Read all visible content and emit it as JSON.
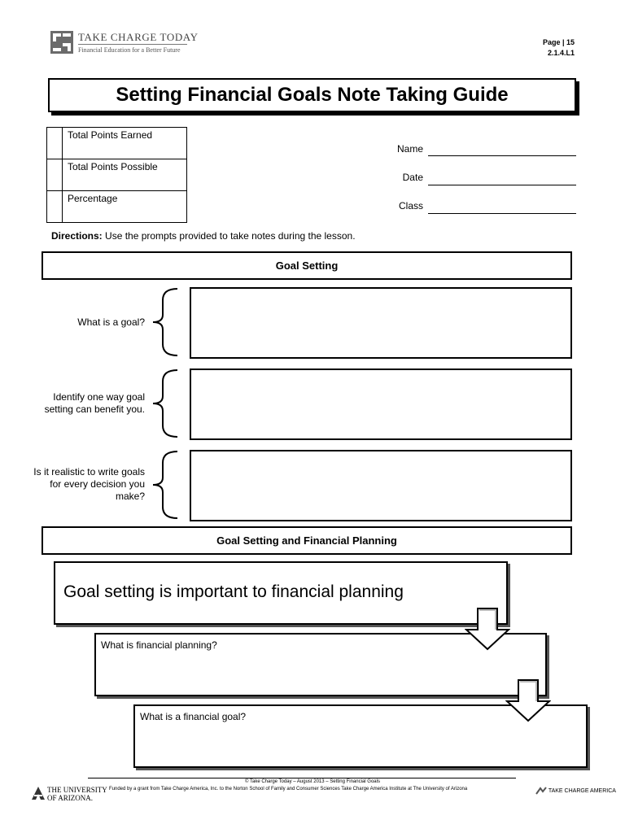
{
  "header": {
    "brand_name": "TAKE CHARGE TODAY",
    "brand_tagline": "Financial Education for a Better Future",
    "page_label": "Page | 15",
    "doc_code": "2.1.4.L1"
  },
  "title": "Setting Financial Goals Note Taking Guide",
  "points_table": {
    "rows": [
      "Total Points Earned",
      "Total Points Possible",
      "Percentage"
    ]
  },
  "fields": {
    "name_label": "Name",
    "date_label": "Date",
    "class_label": "Class"
  },
  "directions": {
    "label": "Directions:",
    "text": " Use the prompts provided to take notes during the lesson."
  },
  "section1": {
    "title": "Goal Setting",
    "prompts": [
      "What is a goal?",
      "Identify one way goal setting can benefit you.",
      "Is it realistic to write goals for every decision you make?"
    ]
  },
  "section2": {
    "title": "Goal Setting and Financial Planning",
    "statement": "Goal setting is important to financial planning",
    "q1": "What is financial planning?",
    "q2": "What is a financial goal?"
  },
  "footer": {
    "copyright": "© Take Charge Today – August 2013 – Setting Financial Goals",
    "funding": "Funded by a grant from Take Charge America, Inc. to the Norton School of Family and Consumer Sciences Take Charge America Institute at The University of Arizona",
    "ua_line1": "THE UNIVERSITY",
    "ua_line2": "OF ARIZONA.",
    "tca_name": "TAKE CHARGE AMERICA"
  }
}
